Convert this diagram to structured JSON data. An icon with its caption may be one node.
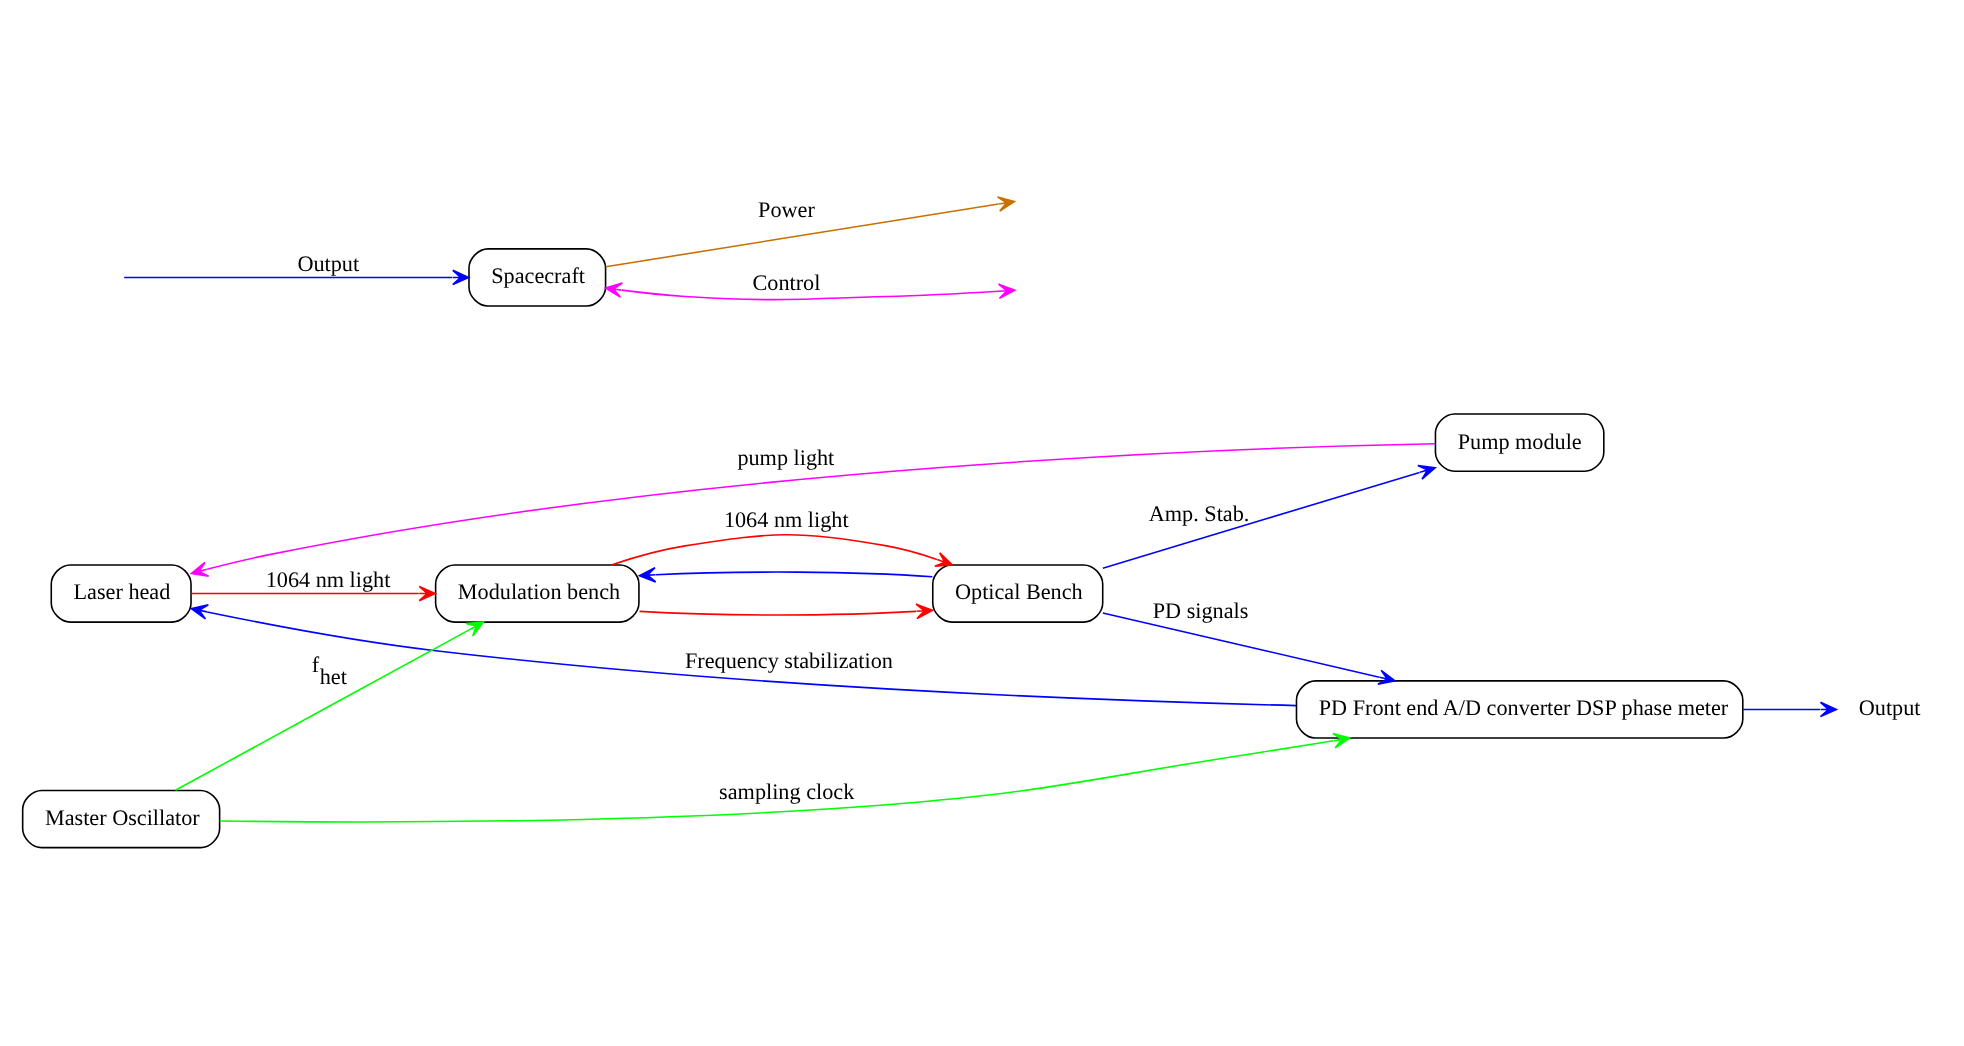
{
  "diagram": {
    "nodes": [
      {
        "text": [
          "Laser head"
        ]
      },
      {
        "text": [
          "Modulation bench"
        ]
      },
      {
        "text": [
          "Optical Bench"
        ]
      },
      {
        "text": [
          "PD Front end A/D converter DSP phase meter"
        ]
      },
      {
        "text": [
          "Pump module"
        ]
      },
      {
        "text": [
          "Master Oscillator"
        ]
      },
      {
        "text": [
          "Spacecraft"
        ]
      },
      {
        "text": [
          "Output"
        ]
      }
    ],
    "edges": [
      {
        "from": 3,
        "to": 0,
        "arrow": "to",
        "label": "Frequency stabilization"
      },
      {
        "from": 0,
        "to": 1,
        "arrow": "to",
        "label": "1064 nm light",
        "color": "#ff0000"
      },
      {
        "from": 1,
        "to": 2,
        "arrow": "to",
        "label": "1064 nm light",
        "color": "#ff0000"
      },
      {
        "from": 1,
        "to": 2,
        "arrow": "to",
        "color": "#ff0000"
      },
      {
        "from": 2,
        "to": 3,
        "arrow": "to",
        "label": "PD signals"
      },
      {
        "from": 4,
        "to": 0,
        "arrow": "to",
        "label": "pump light",
        "color": "#ff00ff"
      },
      {
        "from": 5,
        "to": 1,
        "arrow": "to",
        "label": "f$_{het}$",
        "color": "#00ff00"
      },
      {
        "from": 2,
        "to": 4,
        "arrow": "to",
        "label": "Amp. Stab."
      },
      {
        "from": 2,
        "to": 1,
        "arrow": "to"
      },
      {
        "from": 5,
        "to": 3,
        "arrow": "to",
        "label": "sampling clock",
        "color": "#00ff00"
      },
      {
        "from": 3,
        "to": 7,
        "arrow": "to"
      },
      {
        "from": 6,
        "to": null,
        "arrow": "to",
        "label": "Power",
        "color": "#c87000"
      },
      {
        "from": 6,
        "to": null,
        "arrow": "both",
        "label": "Control",
        "color": "#ff00ff"
      },
      {
        "from": null,
        "to": 6,
        "arrow": "to",
        "label": "Output"
      }
    ]
  }
}
